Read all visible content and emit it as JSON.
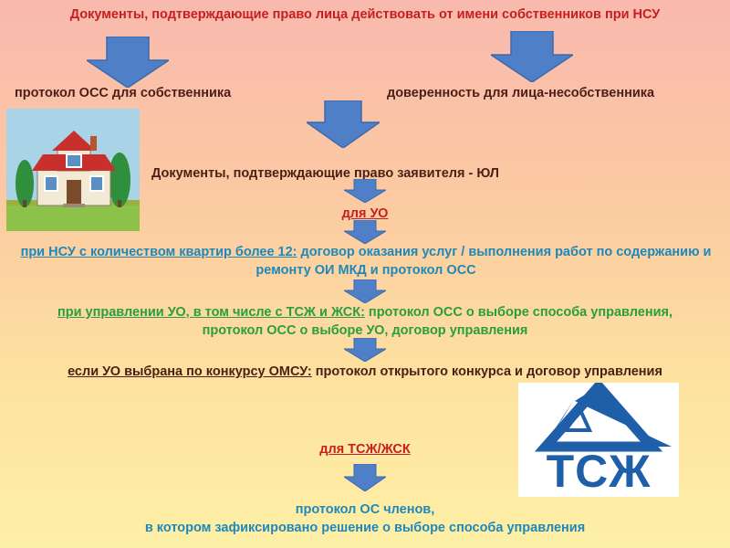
{
  "title": "Документы, подтверждающие право лица действовать от имени собственников при НСУ",
  "left_branch": "протокол ОСС для собственника",
  "right_branch": "доверенность для лица-несобственника",
  "legal_entity_heading": "Документы, подтверждающие право заявителя - ЮЛ",
  "for_uo_heading": "для УО",
  "nsu_block": {
    "lead": "при НСУ с количеством квартир более 12:",
    "rest": " договор оказания услуг / выполнения работ по содержанию и ремонту ОИ МКД и протокол ОСС"
  },
  "uo_management_block": {
    "lead": "при управлении УО, в том числе с ТСЖ и ЖСК:",
    "rest": " протокол ОСС о выборе способа управления, протокол ОСС о выборе УО, договор управления"
  },
  "omsu_block": {
    "lead": "если УО выбрана по конкурсу ОМСУ:",
    "rest": " протокол открытого конкурса и договор управления"
  },
  "for_tszh_heading": "для ТСЖ/ЖСК",
  "members_protocol": {
    "line1": "протокол ОС членов,",
    "line2": "в котором зафиксировано решение о выборе способа управления"
  },
  "logo": {
    "text": "ТСЖ"
  },
  "colors": {
    "arrow_fill": "#4f7fc6",
    "arrow_stroke": "#3d69ad",
    "red_text": "#c4201f",
    "blue_text": "#1f88b8",
    "green_text": "#2a9d3e",
    "dark_text": "#4b1f14",
    "logo_blue": "#1f5ea8"
  }
}
